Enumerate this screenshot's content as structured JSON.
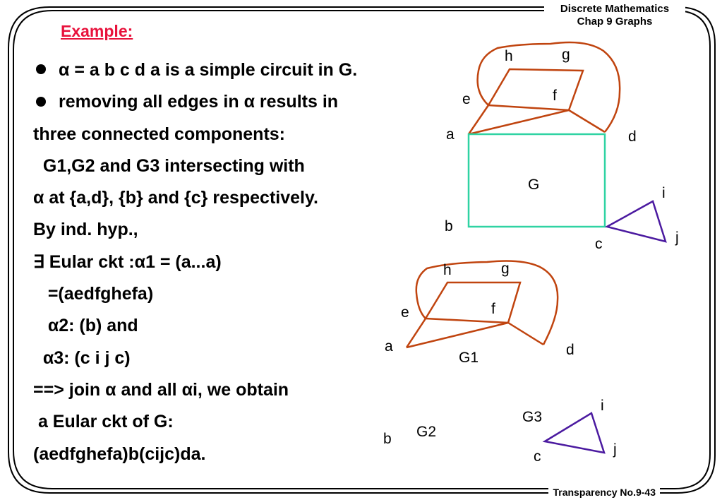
{
  "header": {
    "line1": "Discrete Mathematics",
    "line2": "Chap 9 Graphs"
  },
  "footer": "Transparency No.9-43",
  "title": "Example:",
  "lines": [
    {
      "bullet": true,
      "text": "α = a b c d a is a simple circuit in G."
    },
    {
      "bullet": true,
      "text": "removing all edges in α results in"
    },
    {
      "bullet": false,
      "text": "three connected components:"
    },
    {
      "bullet": false,
      "text": "  G1,G2 and G3 intersecting with"
    },
    {
      "bullet": false,
      "text": "α at {a,d}, {b} and {c} respectively."
    },
    {
      "bullet": false,
      "text": "By ind. hyp.,"
    },
    {
      "bullet": false,
      "text": "∃ Eular ckt :α1 = (a...a)"
    },
    {
      "bullet": false,
      "text": "   =(aedfghefa)"
    },
    {
      "bullet": false,
      "text": "   α2: (b) and"
    },
    {
      "bullet": false,
      "text": "  α3: (c i j c)"
    },
    {
      "bullet": false,
      "text": "==> join α and all αi, we obtain"
    },
    {
      "bullet": false,
      "text": " a Eular ckt of G:"
    },
    {
      "bullet": false,
      "text": "(aedfghefa)b(cijc)da."
    }
  ],
  "graphs": {
    "G": {
      "name": "G",
      "vertices": [
        "h",
        "g",
        "e",
        "f",
        "a",
        "d",
        "b",
        "c",
        "i",
        "j"
      ]
    },
    "G1": {
      "name": "G1",
      "vertices": [
        "h",
        "g",
        "e",
        "f",
        "a",
        "d"
      ]
    },
    "G2": {
      "name": "G2",
      "vertices": [
        "b"
      ]
    },
    "G3": {
      "name": "G3",
      "vertices": [
        "i",
        "j",
        "c"
      ]
    }
  },
  "colors": {
    "title": "#e8123c",
    "edge_brown": "#c0440f",
    "edge_green": "#2fd3a3",
    "edge_purple": "#4b1aa0"
  }
}
